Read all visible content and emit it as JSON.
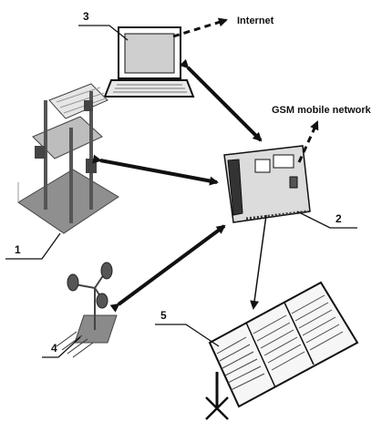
{
  "diagram": {
    "labels": {
      "internet": "Internet",
      "gsm": "GSM mobile network",
      "n1": "1",
      "n2": "2",
      "n3": "3",
      "n4": "4",
      "n5": "5"
    },
    "components": [
      {
        "id": "1",
        "name": "measurement platform"
      },
      {
        "id": "2",
        "name": "data logger controller"
      },
      {
        "id": "3",
        "name": "laptop computer"
      },
      {
        "id": "4",
        "name": "wind sensor"
      },
      {
        "id": "5",
        "name": "solar panel"
      }
    ],
    "colors": {
      "line": "#111111",
      "panel_fill": "#f4f4f4",
      "ground": "#9a9a9a",
      "unit_fill": "#d9d9d9"
    }
  }
}
